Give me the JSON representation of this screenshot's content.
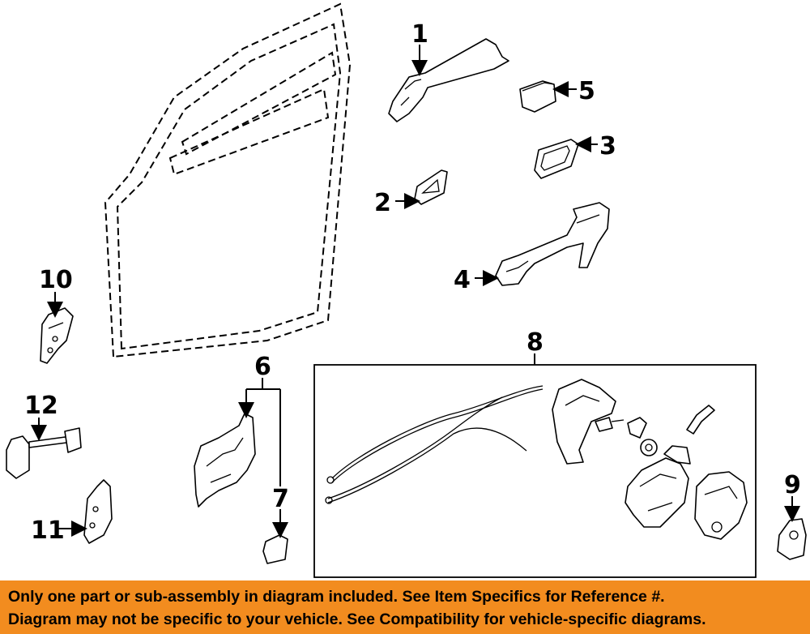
{
  "callouts": [
    "1",
    "2",
    "3",
    "4",
    "5",
    "6",
    "7",
    "8",
    "9",
    "10",
    "11",
    "12"
  ],
  "footer": {
    "line1": "Only one part or sub-assembly in diagram included. See Item Specifics for Reference #.",
    "line2": "Diagram may not be specific to your vehicle. See Compatibility for vehicle-specific diagrams."
  },
  "colors": {
    "banner": "#f28c1f",
    "line": "#000000"
  }
}
